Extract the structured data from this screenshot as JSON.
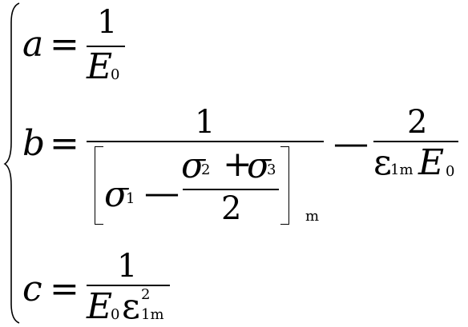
{
  "symbols": {
    "a": "a",
    "b": "b",
    "c": "c",
    "E": "E",
    "sigma": "σ",
    "epsilon": "ε",
    "equals": "=",
    "minus": "—",
    "plus": "+",
    "one": "1",
    "two": "2",
    "sub_0": "0",
    "sub_1": "1",
    "sub_2": "2",
    "sub_3": "3",
    "sub_m": "m",
    "sub_1m": "1m",
    "sup_2": "2"
  }
}
